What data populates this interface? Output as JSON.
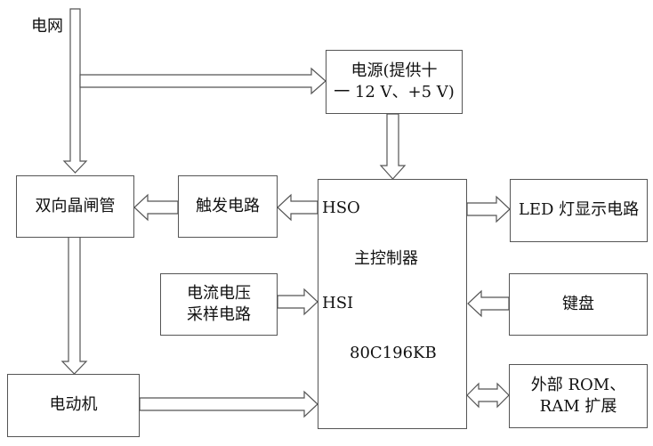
{
  "labels": {
    "grid": "电网",
    "power_supply": "电源(提供十\n一 12 V、+5 V)",
    "triac": "双向晶闸管",
    "trigger_circuit": "触发电路",
    "controller_title": "主控制器",
    "hso": "HSO",
    "hsi": "HSI",
    "chip": "80C196KB",
    "led_circuit": "LED 灯显示电路",
    "sampling": "电流电压\n采样电路",
    "keyboard": "键盘",
    "motor": "电动机",
    "memory": "外部 ROM、\nRAM 扩展"
  },
  "colors": {
    "line": "#555555",
    "fill": "#ffffff",
    "text": "#111111"
  }
}
